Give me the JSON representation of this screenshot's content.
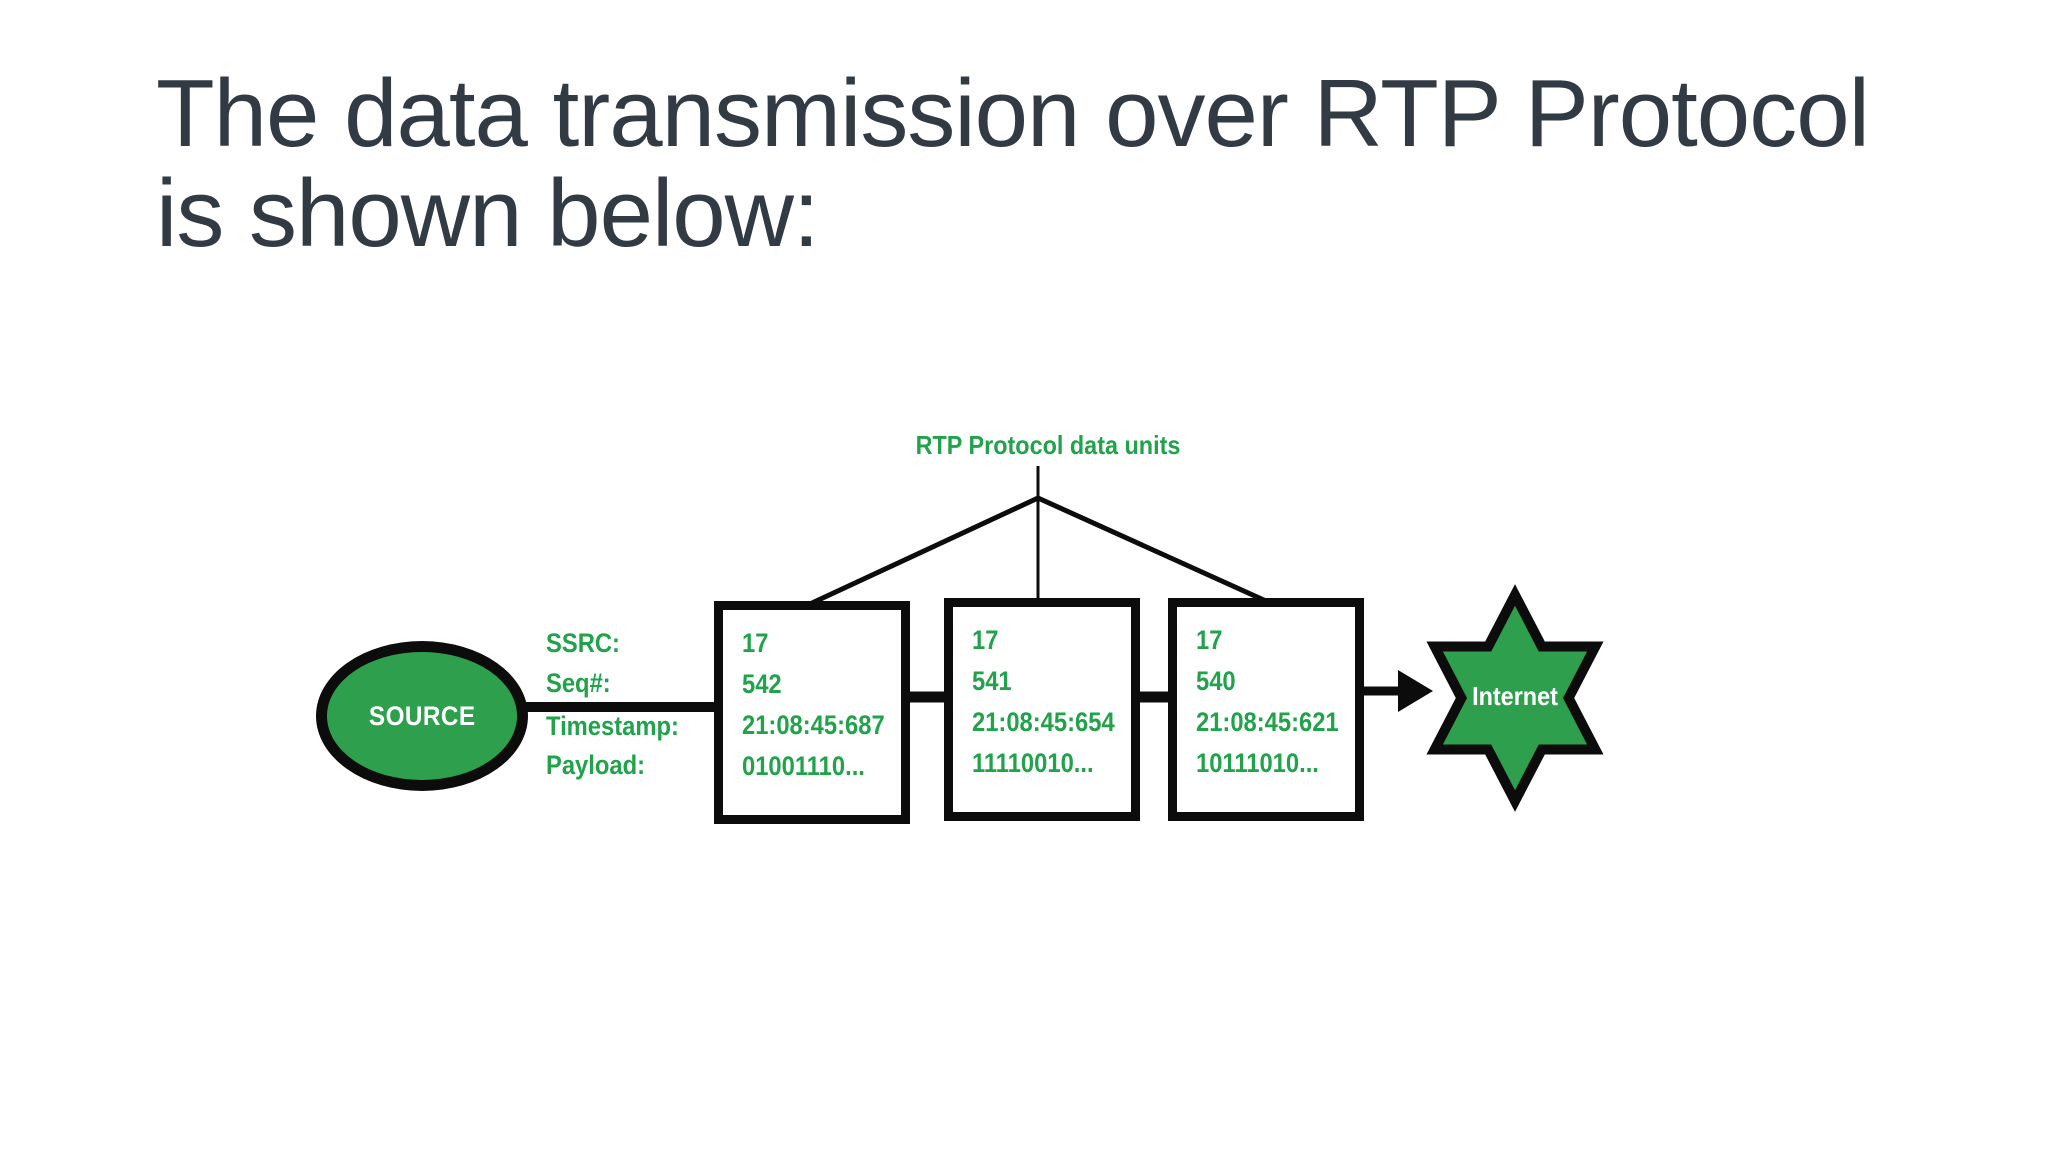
{
  "slide": {
    "title_line1": "The data transmission over RTP Protocol",
    "title_line2": "is shown below:"
  },
  "diagram": {
    "data_units_caption": "RTP Protocol data units",
    "source": {
      "label": "SOURCE"
    },
    "field_labels": {
      "ssrc": "SSRC:",
      "seq": "Seq#:",
      "timestamp": "Timestamp:",
      "payload": "Payload:"
    },
    "packets": [
      {
        "ssrc": "17",
        "seq": "542",
        "timestamp": "21:08:45:687",
        "payload": "01001110..."
      },
      {
        "ssrc": "17",
        "seq": "541",
        "timestamp": "21:08:45:654",
        "payload": "11110010..."
      },
      {
        "ssrc": "17",
        "seq": "540",
        "timestamp": "21:08:45:621",
        "payload": "10111010..."
      }
    ],
    "internet": {
      "label": "Internet"
    },
    "colors": {
      "green_fill": "#2ea04d",
      "green_text": "#21a24b",
      "stroke_black": "#0c0c0c",
      "title_text": "#323b44"
    }
  }
}
